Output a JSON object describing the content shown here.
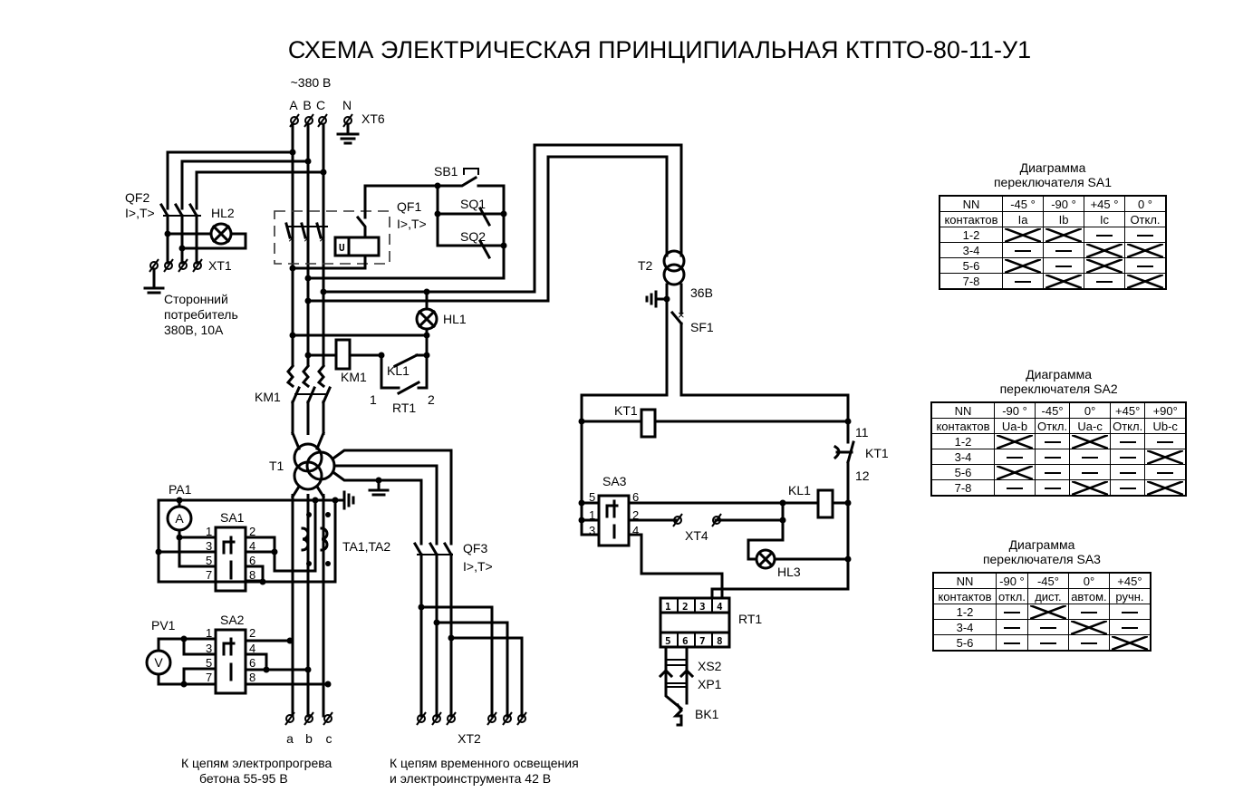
{
  "title": "СХЕМА ЭЛЕКТРИЧЕСКАЯ ПРИНЦИПИАЛЬНАЯ КТПТО-80-11-У1",
  "supply": {
    "voltage": "~380 В",
    "phases": [
      "A",
      "B",
      "C"
    ],
    "neutral": "N",
    "terminal": "XT6"
  },
  "components": {
    "qf2": {
      "name": "QF2",
      "spec": "I>,T>"
    },
    "hl2": "HL2",
    "xt1": "XT1",
    "third_party": [
      "Сторонний",
      "потребитель",
      "380В, 10А"
    ],
    "qf1": {
      "name": "QF1",
      "spec": "I>,T>",
      "coil": "U"
    },
    "sb1": "SB1",
    "sq1": "SQ1",
    "sq2": "SQ2",
    "hl1": "HL1",
    "km1_coil": "KM1",
    "km1_contacts": "KM1",
    "kl1_contact": "KL1",
    "rt1_contact": "RT1",
    "rt1_pins": [
      "1",
      "2"
    ],
    "t1": "T1",
    "pa1": {
      "name": "PA1",
      "glyph": "A"
    },
    "sa1": {
      "name": "SA1",
      "pins_left": [
        "1",
        "3",
        "5",
        "7"
      ],
      "pins_right": [
        "2",
        "4",
        "6",
        "8"
      ]
    },
    "ta": "TA1,TA2",
    "pv1": {
      "name": "PV1",
      "glyph": "V"
    },
    "sa2": {
      "name": "SA2",
      "pins_left": [
        "1",
        "3",
        "5",
        "7"
      ],
      "pins_right": [
        "2",
        "4",
        "6",
        "8"
      ]
    },
    "qf3": {
      "name": "QF3",
      "spec": "I>,T>"
    },
    "xt2": "XT2",
    "outputs_abc": [
      "a",
      "b",
      "c"
    ],
    "t2": "T2",
    "t2_voltage": "36В",
    "sf1": "SF1",
    "kt1_coil": "KT1",
    "kt1_contact": {
      "name": "KT1",
      "pins": [
        "11",
        "12"
      ]
    },
    "sa3": {
      "name": "SA3",
      "pins_left": [
        "5",
        "1",
        "3"
      ],
      "pins_right": [
        "6",
        "2",
        "4"
      ]
    },
    "kl1_coil": "KL1",
    "xt4": "XT4",
    "hl3": "HL3",
    "rt1": {
      "name": "RT1",
      "pins_top": [
        "1",
        "2",
        "3",
        "4"
      ],
      "pins_bottom": [
        "5",
        "6",
        "7",
        "8"
      ]
    },
    "xs2": "XS2",
    "xp1": "XP1",
    "bk1": "BK1"
  },
  "notes": {
    "heating": [
      "К цепям электропрогрева",
      "бетона 55-95 В"
    ],
    "lighting": [
      "К цепям временного освещения",
      "и электроинструмента 42 В"
    ]
  },
  "switch_tables": [
    {
      "caption": [
        "Диаграмма",
        "переключателя SA1"
      ],
      "nn_header": [
        "NN",
        "контактов"
      ],
      "angles": [
        "-45 °",
        "-90 °",
        "+45 °",
        "0 °"
      ],
      "modes": [
        "Ia",
        "Ib",
        "Ic",
        "Откл."
      ],
      "rows": [
        {
          "contacts": "1-2",
          "states": [
            "closed",
            "closed",
            "open",
            "open"
          ]
        },
        {
          "contacts": "3-4",
          "states": [
            "open",
            "open",
            "closed",
            "closed"
          ]
        },
        {
          "contacts": "5-6",
          "states": [
            "closed",
            "open",
            "closed",
            "open"
          ]
        },
        {
          "contacts": "7-8",
          "states": [
            "open",
            "closed",
            "open",
            "closed"
          ]
        }
      ]
    },
    {
      "caption": [
        "Диаграмма",
        "переключателя SA2"
      ],
      "nn_header": [
        "NN",
        "контактов"
      ],
      "angles": [
        "-90 °",
        "-45°",
        "0°",
        "+45°",
        "+90°"
      ],
      "modes": [
        "Ua-b",
        "Откл.",
        "Ua-c",
        "Откл.",
        "Ub-c"
      ],
      "rows": [
        {
          "contacts": "1-2",
          "states": [
            "closed",
            "open",
            "closed",
            "open",
            "open"
          ]
        },
        {
          "contacts": "3-4",
          "states": [
            "open",
            "open",
            "open",
            "open",
            "closed"
          ]
        },
        {
          "contacts": "5-6",
          "states": [
            "closed",
            "open",
            "open",
            "open",
            "open"
          ]
        },
        {
          "contacts": "7-8",
          "states": [
            "open",
            "open",
            "closed",
            "open",
            "closed"
          ]
        }
      ]
    },
    {
      "caption": [
        "Диаграмма",
        "переключателя SA3"
      ],
      "nn_header": [
        "NN",
        "контактов"
      ],
      "angles": [
        "-90 °",
        "-45°",
        "0°",
        "+45°"
      ],
      "modes": [
        "откл.",
        "дист.",
        "автом.",
        "ручн."
      ],
      "rows": [
        {
          "contacts": "1-2",
          "states": [
            "open",
            "closed",
            "open",
            "open"
          ]
        },
        {
          "contacts": "3-4",
          "states": [
            "open",
            "open",
            "closed",
            "open"
          ]
        },
        {
          "contacts": "5-6",
          "states": [
            "open",
            "open",
            "open",
            "closed"
          ]
        }
      ]
    }
  ]
}
